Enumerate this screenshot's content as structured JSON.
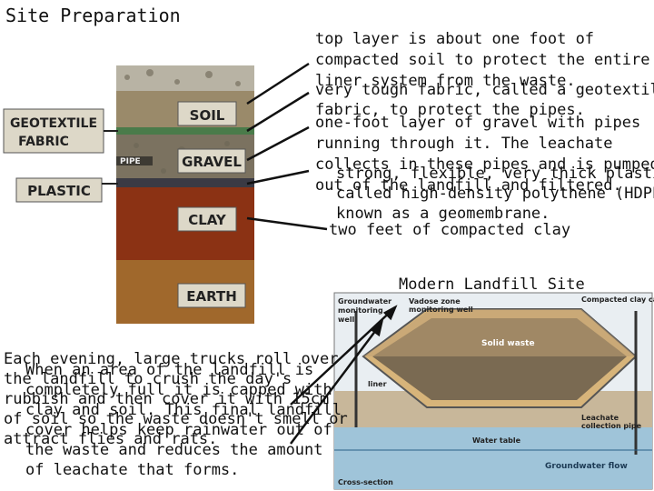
{
  "title": "Site Preparation",
  "layers_diagram": {
    "labels": {
      "geotextile": [
        "GEOTEXTILE",
        "FABRIC"
      ],
      "plastic": "PLASTIC",
      "soil": "SOIL",
      "pipe": "PIPE",
      "gravel": "GRAVEL",
      "clay": "CLAY",
      "earth": "EARTH"
    }
  },
  "captions": {
    "soil": [
      "top layer is about one foot of",
      "compacted soil to protect the entire",
      "liner system from the waste."
    ],
    "geotextile": [
      "very tough fabric, called a geotextile",
      "fabric, to protect the pipes."
    ],
    "gravel": [
      "one-foot layer of gravel with pipes",
      "running through it. The leachate",
      "collects in these pipes and is pumped",
      "out of the landfill and filtered."
    ],
    "plastic": [
      "strong, flexible, very thick plastic,",
      "called high-density polythene (HDPE)",
      "known as a geomembrane."
    ],
    "clay": "two feet of compacted clay"
  },
  "landfill_site": {
    "title": "Modern Landfill Site",
    "labels": {
      "vadose": [
        "Vadose zone",
        "monitoring well"
      ],
      "compacted_cap": "Compacted clay cap",
      "groundwater_well": [
        "Groundwater",
        "monitoring",
        "well"
      ],
      "solid_waste": "Solid waste",
      "liner": "liner",
      "water_table": "Water table",
      "leachate_pipe": [
        "Leachate",
        "collection pipe"
      ],
      "groundwater_flow": "Groundwater flow",
      "cross_section": "Cross-section"
    }
  },
  "bottom_text": {
    "evening": [
      "Each evening, large trucks roll over",
      "the landfill to crush the day's",
      "rubbish and then cover it with 15cm",
      "of soil so the waste doesn't smell or",
      "attract flies and rats."
    ],
    "full": [
      "When an area of the landfill is",
      "completely full it is capped with",
      "clay and soil. This final landfill",
      "cover helps keep rainwater out of",
      "the waste and reduces the amount",
      "of leachate that forms."
    ]
  }
}
